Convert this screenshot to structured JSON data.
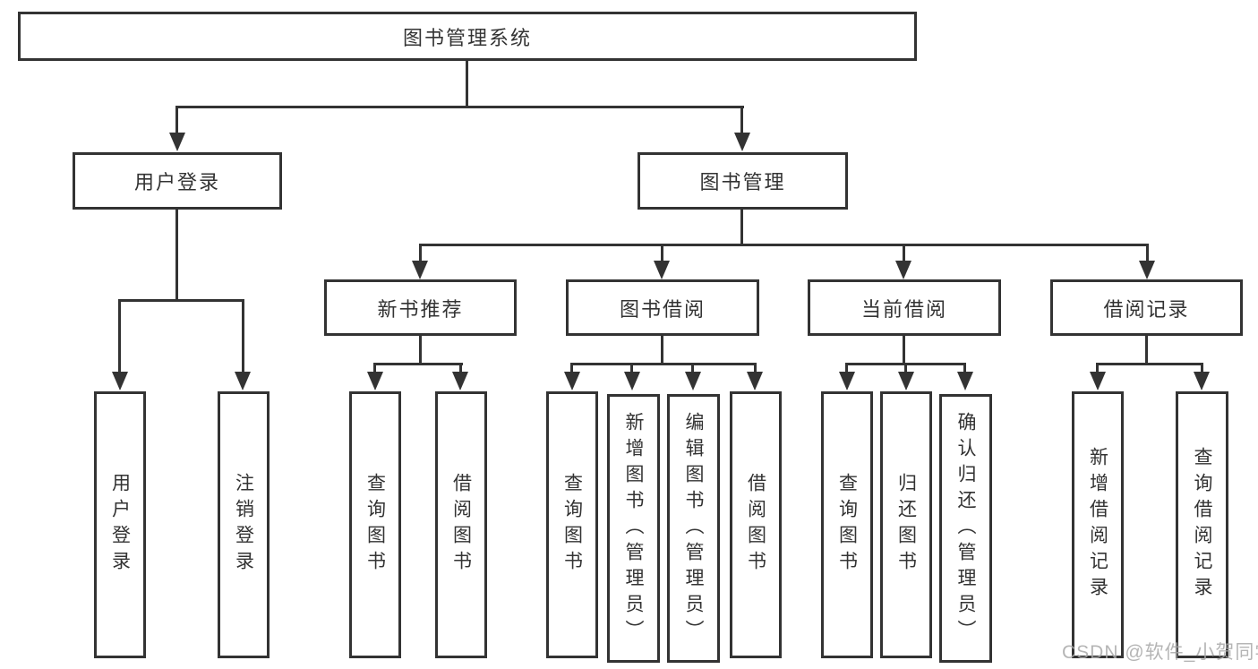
{
  "tree": {
    "root": {
      "label": "图书管理系统"
    },
    "branches": [
      {
        "label": "用户登录",
        "children": [
          {
            "label": "用户登录"
          },
          {
            "label": "注销登录"
          }
        ]
      },
      {
        "label": "图书管理",
        "children": [
          {
            "label": "新书推荐",
            "children": [
              {
                "label": "查询图书"
              },
              {
                "label": "借阅图书"
              }
            ]
          },
          {
            "label": "图书借阅",
            "children": [
              {
                "label": "查询图书"
              },
              {
                "label": "新增图书（管理员）"
              },
              {
                "label": "编辑图书（管理员）"
              },
              {
                "label": "借阅图书"
              }
            ]
          },
          {
            "label": "当前借阅",
            "children": [
              {
                "label": "查询图书"
              },
              {
                "label": "归还图书"
              },
              {
                "label": "确认归还（管理员）"
              }
            ]
          },
          {
            "label": "借阅记录",
            "children": [
              {
                "label": "新增借阅记录"
              },
              {
                "label": "查询借阅记录"
              }
            ]
          }
        ]
      }
    ]
  },
  "watermark": "CSDN @软件_小贺同学",
  "colors": {
    "line": "#333333",
    "background": "#ffffff",
    "watermark": "#a9a9a9"
  }
}
